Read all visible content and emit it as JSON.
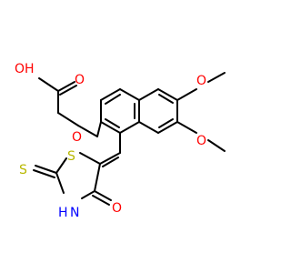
{
  "colors": {
    "background": "#ffffff",
    "bond": "#000000",
    "oxygen": "#ff0000",
    "sulfur": "#b8b800",
    "nitrogen": "#0000ff"
  },
  "atom_labels": {
    "hydroxyl": "OH",
    "carbonyl_o": "O",
    "ether_o": "O",
    "methoxy_o_top": "O",
    "methoxy_o_bottom": "O",
    "ring_s": "S",
    "thione_s": "S",
    "nh": "H",
    "nh_n": "N",
    "ring_carbonyl_o": "O"
  }
}
